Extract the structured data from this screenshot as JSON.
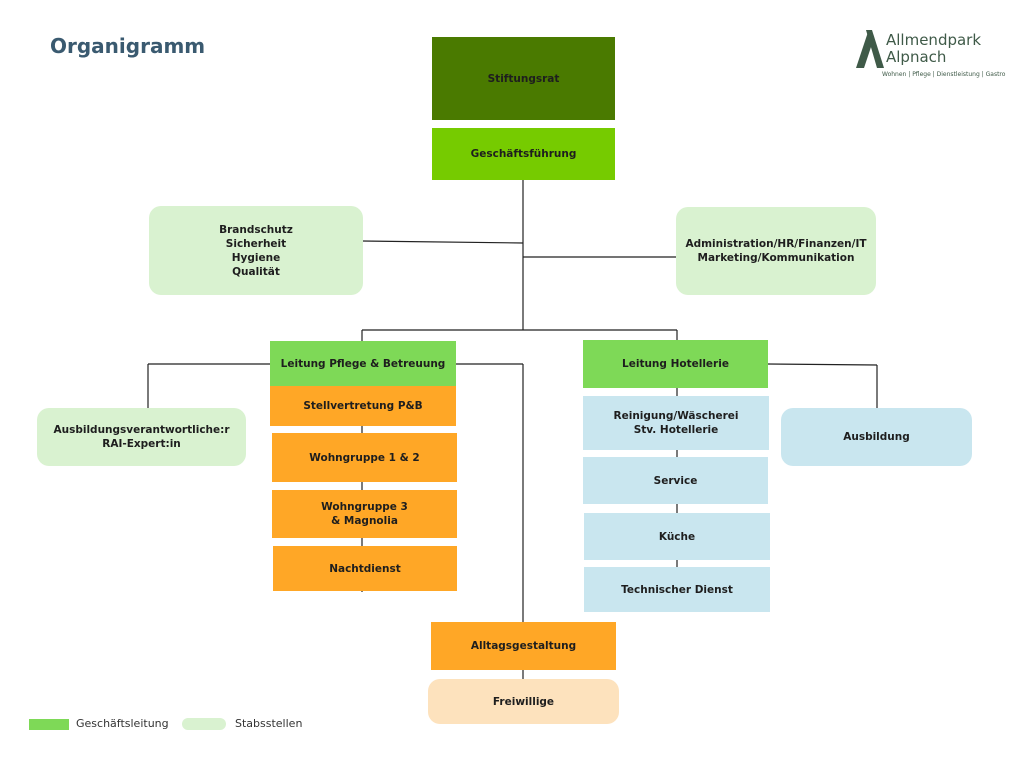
{
  "title": "Organigramm",
  "logo": {
    "name": "Allmendpark\nAlpnach",
    "tagline": "Wohnen | Pflege | Dienstleistung | Gastro",
    "color": "#3f5a48"
  },
  "colors": {
    "dark_green": "#4a7a00",
    "bright_green": "#76cb00",
    "mid_green": "#7ed957",
    "light_green": "#d9f2d0",
    "orange": "#ffa726",
    "light_orange": "#fde2bd",
    "light_blue": "#c9e6ef"
  },
  "nodes": {
    "stiftungsrat": "Stiftungsrat",
    "geschaeftsfuehrung": "Geschäftsführung",
    "stab_left": "Brandschutz\nSicherheit\nHygiene\nQualität",
    "stab_right": "Administration/HR/Finanzen/IT\nMarketing/Kommunikation",
    "leitung_pflege": "Leitung Pflege & Betreuung",
    "stellvertretung": "Stellvertretung P&B",
    "wohngruppe12": "Wohngruppe 1 & 2",
    "wohngruppe3": "Wohngruppe 3\n& Magnolia",
    "nachtdienst": "Nachtdienst",
    "ausbildungsverantwortliche": "Ausbildungsverantwortliche:r\nRAI-Expert:in",
    "leitung_hotellerie": "Leitung Hotellerie",
    "reinigung": "Reinigung/Wäscherei\nStv. Hotellerie",
    "service": "Service",
    "kueche": "Küche",
    "technischer_dienst": "Technischer Dienst",
    "ausbildung": "Ausbildung",
    "alltagsgestaltung": "Alltagsgestaltung",
    "freiwillige": "Freiwillige"
  },
  "legend": {
    "geschaeftsleitung": "Geschäftsleitung",
    "stabsstellen": "Stabsstellen"
  }
}
